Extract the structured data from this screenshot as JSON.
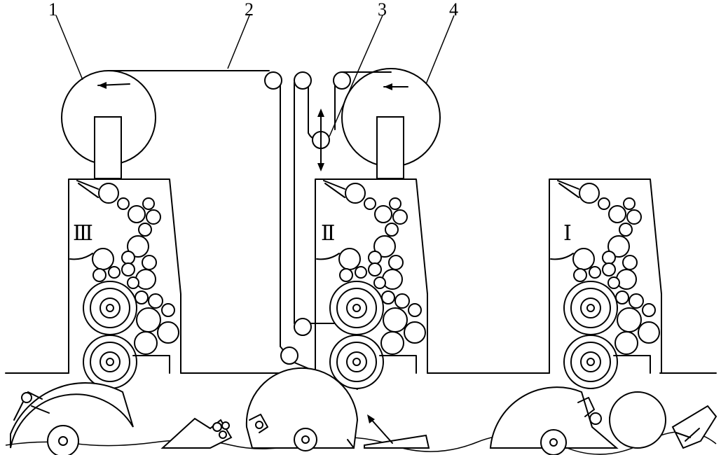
{
  "callouts": [
    "1",
    "2",
    "3",
    "4"
  ],
  "units": [
    {
      "label": "Ⅲ"
    },
    {
      "label": "Ⅱ"
    },
    {
      "label": "Ⅰ"
    }
  ],
  "colors": {
    "stroke": "#000000",
    "background": "#ffffff"
  }
}
